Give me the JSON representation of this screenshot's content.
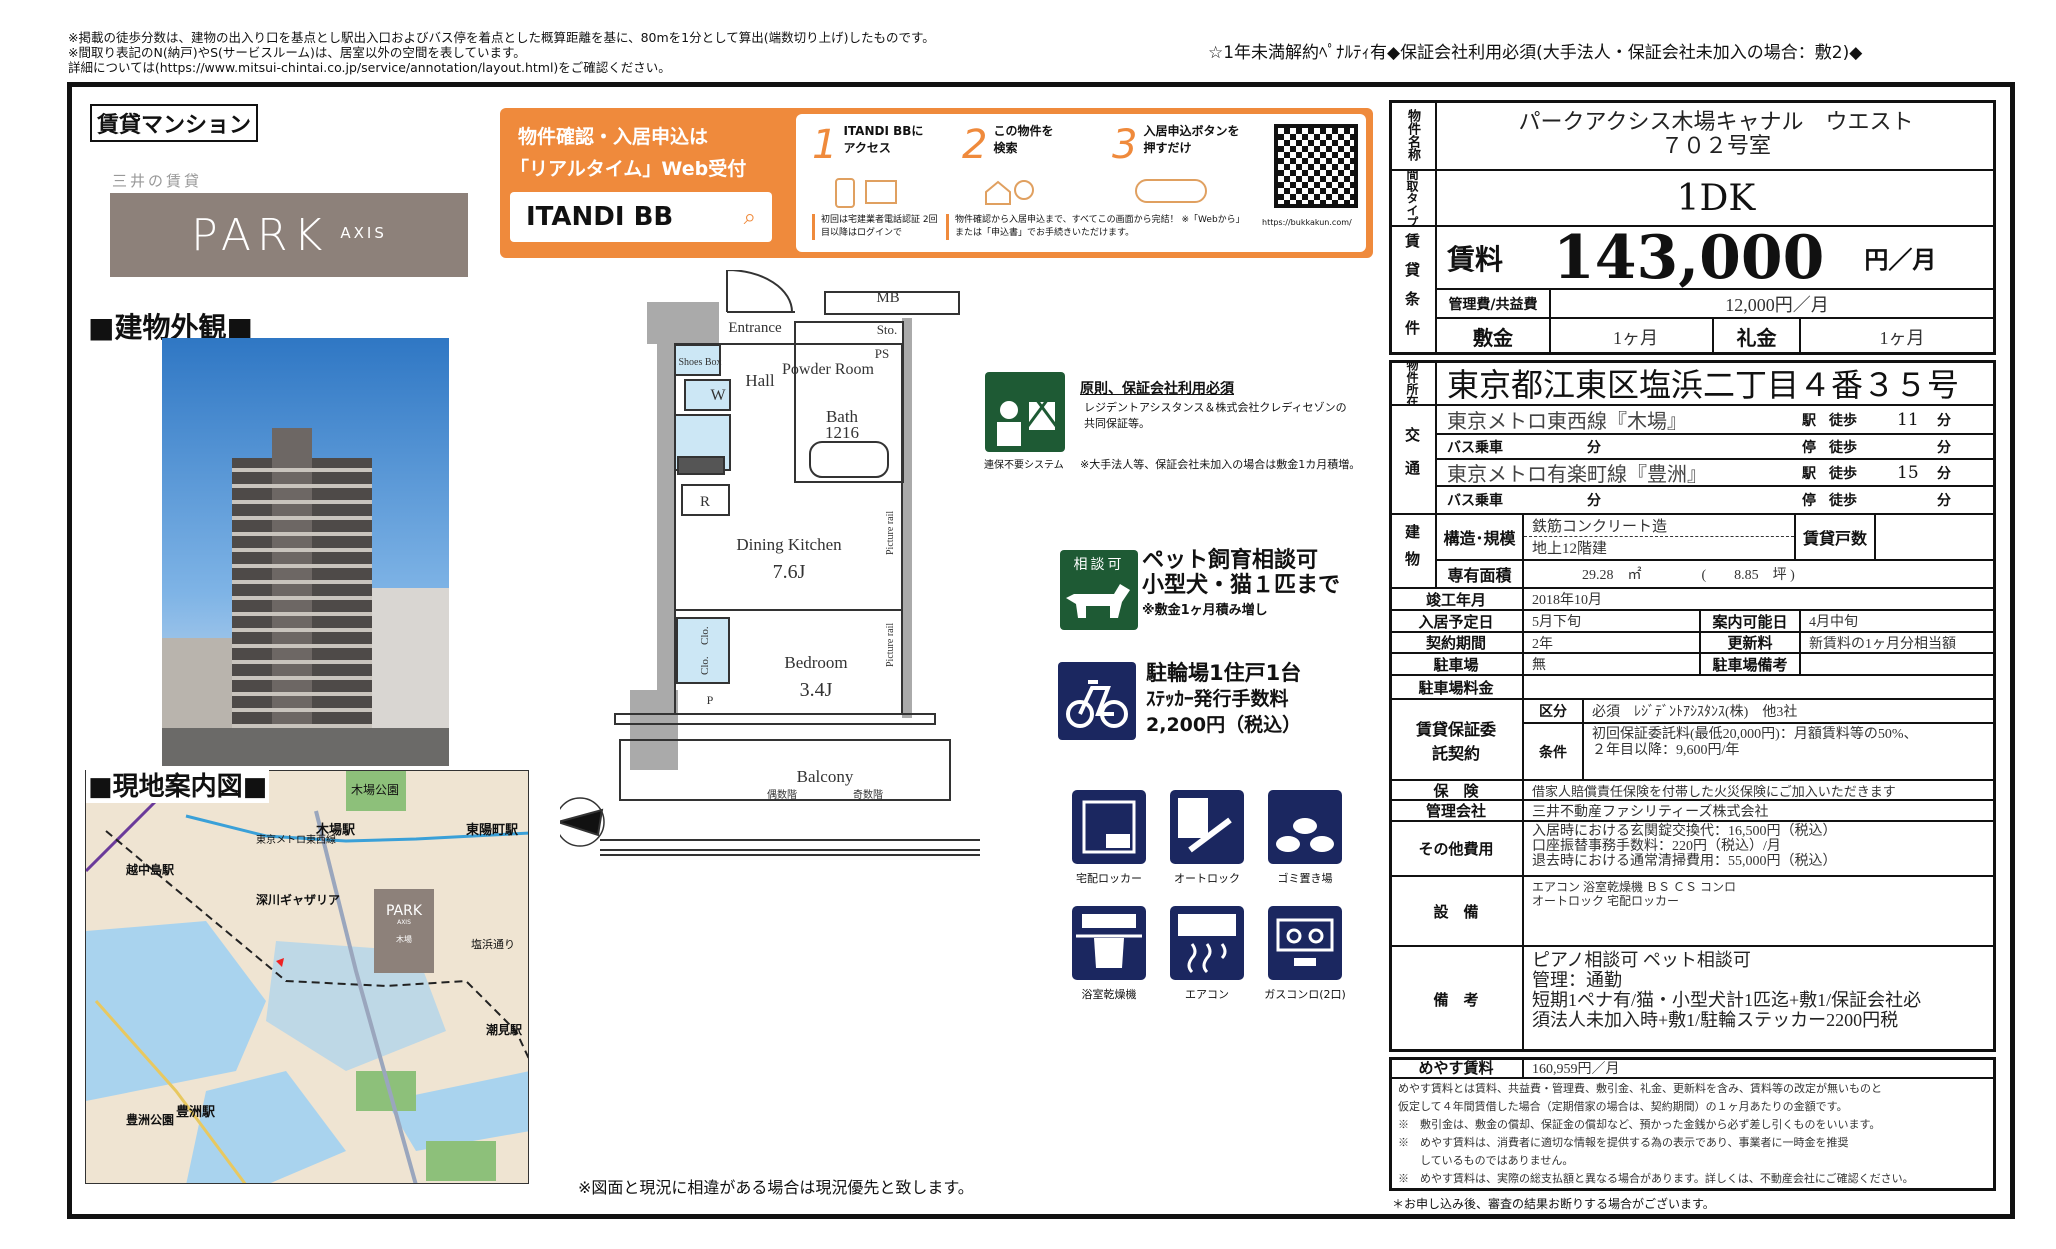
{
  "header": {
    "notes": [
      "※掲載の徒歩分数は、建物の出入り口を基点とし駅出入口およびバス停を着点とした概算距離を基に、80mを1分として算出(端数切り上げ)したものです。",
      "※間取り表記のN(納戸)やS(サービスルーム)は、居室以外の空間を表しています。",
      "詳細については(https://www.mitsui-chintai.co.jp/service/annotation/layout.html)をご確認ください。"
    ],
    "banner_right": "☆1年未満解約ﾍﾟﾅﾙﾃｨ有◆保証会社利用必須(大手法人・保証会社未加入の場合：敷2)◆"
  },
  "left": {
    "category": "賃貸マンション",
    "brand_sub": "三井の賃貸",
    "logo_main": "PARK",
    "logo_sub": "AXIS",
    "exterior_heading": "■建物外観■",
    "map_heading": "■現地案内図■",
    "map_labels": [
      "木場駅",
      "東陽町駅",
      "越中島駅",
      "豊洲駅",
      "潮見駅",
      "木場公園",
      "豊洲公園",
      "深川ギャザリア",
      "塩浜通り",
      "東京メトロ東西線"
    ],
    "map_logo_main": "PARK",
    "map_logo_sub": "AXIS",
    "map_logo_area": "木場"
  },
  "itandi": {
    "headline1": "物件確認・入居申込は",
    "headline2": "「リアルタイム」Web受付",
    "search_label": "ITANDI BB",
    "steps": [
      {
        "num": "1",
        "text": "ITANDI BBに アクセス"
      },
      {
        "num": "2",
        "text": "この物件を 検索"
      },
      {
        "num": "3",
        "text": "入居申込ボタンを 押すだけ"
      }
    ],
    "note1": "初回は宅建業者電話認証 2回目以降はログインで",
    "note2": "物件確認から入居申込まで、すべてこの画面から完結！ ※「Webから」または「申込書」でお手続きいただけます。",
    "url": "https://bukkakun.com/",
    "accent": "#ef8a3c"
  },
  "floorplan": {
    "rooms": {
      "mb": "MB",
      "entrance": "Entrance",
      "sto": "Sto.",
      "ps": "PS",
      "shoes": "Shoes Box",
      "hall": "Hall",
      "powder": "Powder Room",
      "w": "W",
      "bath": "Bath",
      "bath_size": "1216",
      "r": "R",
      "dk": "Dining Kitchen",
      "dk_size": "7.6J",
      "rail1": "Picture rail",
      "rail2": "Picture rail",
      "clo1": "Clo.",
      "clo2": "Clo.",
      "bedroom": "Bedroom",
      "bed_size": "3.4J",
      "p": "P",
      "balcony": "Balcony",
      "even": "偶数階",
      "odd": "奇数階",
      "north": "N"
    },
    "caption": "※図面と現況に相違がある場合は現況優先と致します。"
  },
  "features": {
    "guarantor_title": "原則、保証会社利用必須",
    "guarantor_text1": "レジデントアシスタンス＆株式会社クレディセゾンの",
    "guarantor_text2": "共同保証等。",
    "guarantor_note": "※大手法人等、保証会社未加入の場合は敷金1カ月積増。",
    "guarantor_icon_caption": "連保不要システム",
    "pet_badge": "相談可",
    "pet_line1": "ペット飼育相談可",
    "pet_line2": "小型犬・猫１匹まで",
    "pet_line3": "※敷金1ヶ月積み増し",
    "bike_line1": "駐輪場1住戸1台",
    "bike_line2": "ｽﾃｯｶｰ発行手数料",
    "bike_line3": "2,200円（税込）",
    "equipment": [
      {
        "icon": "delivery-locker-icon",
        "label": "宅配ロッカー"
      },
      {
        "icon": "autolock-icon",
        "label": "オートロック"
      },
      {
        "icon": "garbage-area-icon",
        "label": "ゴミ置き場"
      },
      {
        "icon": "bathroom-dryer-icon",
        "label": "浴室乾燥機"
      },
      {
        "icon": "air-conditioner-icon",
        "label": "エアコン"
      },
      {
        "icon": "gas-stove-icon",
        "label": "ガスコンロ(2口)"
      }
    ],
    "green": "#1e5a34",
    "navy": "#1b2760"
  },
  "table": {
    "name_label": "物件名称",
    "name_line1": "パークアクシス木場キャナル　ウエスト",
    "name_line2": "７０２号室",
    "type_label": "間取タイプ",
    "type": "1DK",
    "rent_section": "賃貸条件",
    "rent_label": "賃料",
    "rent": "143,000",
    "rent_unit": "円／月",
    "mgmt_label": "管理費/共益費",
    "mgmt": "12,000円／月",
    "deposit_label": "敷金",
    "deposit": "1ヶ月",
    "key_money_label": "礼金",
    "key_money": "1ヶ月",
    "address_label": "物件所在",
    "address": "東京都江東区塩浜二丁目４番３５号",
    "transport_label": "交通",
    "transport": [
      {
        "line": "東京メトロ東西線『木場』",
        "kind": "駅",
        "walk_label": "徒歩",
        "minutes": "11",
        "unit": "分"
      },
      {
        "line": "バス乗車",
        "line_unit": "分",
        "kind": "停",
        "walk_label": "徒歩",
        "minutes": "",
        "unit": "分"
      },
      {
        "line": "東京メトロ有楽町線『豊洲』",
        "kind": "駅",
        "walk_label": "徒歩",
        "minutes": "15",
        "unit": "分"
      },
      {
        "line": "バス乗車",
        "line_unit": "分",
        "kind": "停",
        "walk_label": "徒歩",
        "minutes": "",
        "unit": "分"
      }
    ],
    "building_label": "建物",
    "structure_label": "構造･規模",
    "structure1": "鉄筋コンクリート造",
    "structure2": "地上12階建",
    "units_label": "賃貸戸数",
    "units": "",
    "area_label": "専有面積",
    "area_m2": "29.28　㎡",
    "area_tsubo": "(　　8.85　坪 )",
    "built_label": "竣工年月",
    "built": "2018年10月",
    "move_in_label": "入居予定日",
    "move_in": "5月下旬",
    "viewing_label": "案内可能日",
    "viewing": "4月中旬",
    "term_label": "契約期間",
    "term": "2年",
    "renewal_label": "更新料",
    "renewal": "新賃料の1ヶ月分相当額",
    "parking_label": "駐車場",
    "parking": "無",
    "parking_note_label": "駐車場備考",
    "parking_note": "",
    "parking_fee_label": "駐車場料金",
    "parking_fee": "",
    "guarantee_label": "賃貸保証委託契約",
    "guarantee_kind_label": "区分",
    "guarantee_kind": "必須　ﾚｼﾞﾃﾞﾝﾄｱｼｽﾀﾝｽ(株)　他3社",
    "guarantee_cond_label": "条件",
    "guarantee_cond1": "初回保証委託料(最低20,000円)：月額賃料等の50%、",
    "guarantee_cond2": "２年目以降：9,600円/年",
    "insurance_label": "保　険",
    "insurance": "借家人賠償責任保険を付帯した火災保険にご加入いただきます",
    "manager_label": "管理会社",
    "manager": "三井不動産ファシリティーズ株式会社",
    "other_label": "その他費用",
    "other": [
      "入居時における玄関錠交換代：16,500円（税込）",
      "口座振替事務手数料：220円（税込）/月",
      "退去時における通常清掃費用：55,000円（税込）"
    ],
    "equip_label": "設　備",
    "equip": [
      "エアコン 浴室乾燥機 ＢＳ ＣＳ コンロ",
      "オートロック 宅配ロッカー"
    ],
    "remarks_label": "備　考",
    "remarks": [
      "ピアノ相談可 ペット相談可",
      "管理：通勤",
      "短期1ペナ有/猫・小型犬計1匹迄+敷1/保証会社必",
      "須法人未加入時+敷1/駐輪ステッカー2200円税"
    ],
    "meyasu_label": "めやす賃料",
    "meyasu": "160,959円／月",
    "meyasu_notes": [
      "めやす賃料とは賃料、共益費・管理費、敷引金、礼金、更新料を含み、賃料等の改定が無いものと",
      "仮定して４年間賃借した場合（定期借家の場合は、契約期間）の１ヶ月あたりの金額です。",
      "※　敷引金は、敷金の償却、保証金の償却など、預かった金銭から必ず差し引くものをいいます。",
      "※　めやす賃料は、消費者に適切な情報を提供する為の表示であり、事業者に一時金を推奨",
      "　　しているものではありません。",
      "※　めやす賃料は、実際の総支払額と異なる場合があります。詳しくは、不動産会社にご確認ください。"
    ],
    "footer": "＊お申し込み後、審査の結果お断りする場合がございます。"
  }
}
